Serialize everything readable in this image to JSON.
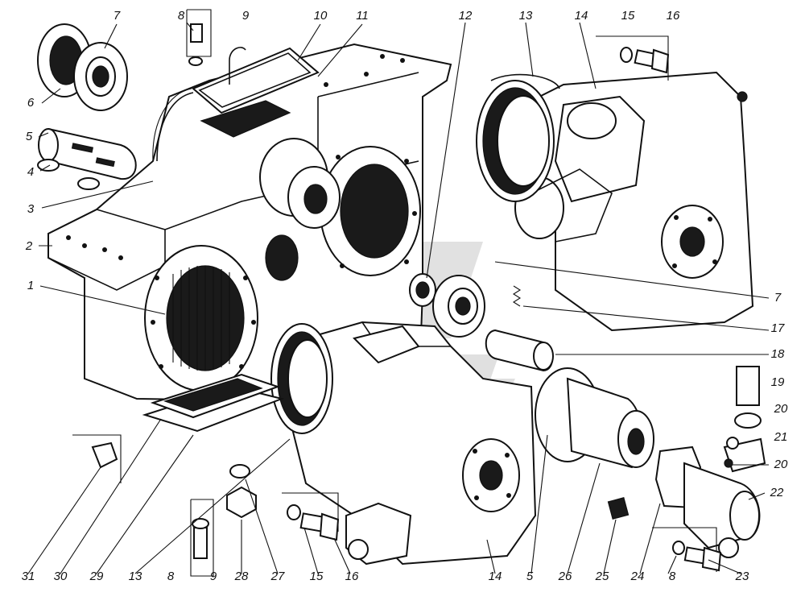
{
  "callouts": {
    "c1": "1",
    "c2": "2",
    "c3": "3",
    "c4": "4",
    "c5": "5",
    "c6": "6",
    "c7_top": "7",
    "c8_top": "8",
    "c9_top": "9",
    "c10": "10",
    "c11": "11",
    "c12": "12",
    "c13_top": "13",
    "c14_top": "14",
    "c15_top": "15",
    "c16_top": "16",
    "c7_right": "7",
    "c17": "17",
    "c18": "18",
    "c19": "19",
    "c20_a": "20",
    "c21": "21",
    "c20_b": "20",
    "c22": "22",
    "c23": "23",
    "c8_br": "8",
    "c24": "24",
    "c25": "25",
    "c26": "26",
    "c5_bottom": "5",
    "c14_bottom": "14",
    "c16_bottom": "16",
    "c15_bottom": "15",
    "c27": "27",
    "c28": "28",
    "c9_bottom": "9",
    "c8_bottom": "8",
    "c13_bottom": "13",
    "c29": "29",
    "c30": "30",
    "c31": "31"
  },
  "colors": {
    "ink": "#111111",
    "watermark": "#c8c8c8",
    "background": "#ffffff"
  }
}
